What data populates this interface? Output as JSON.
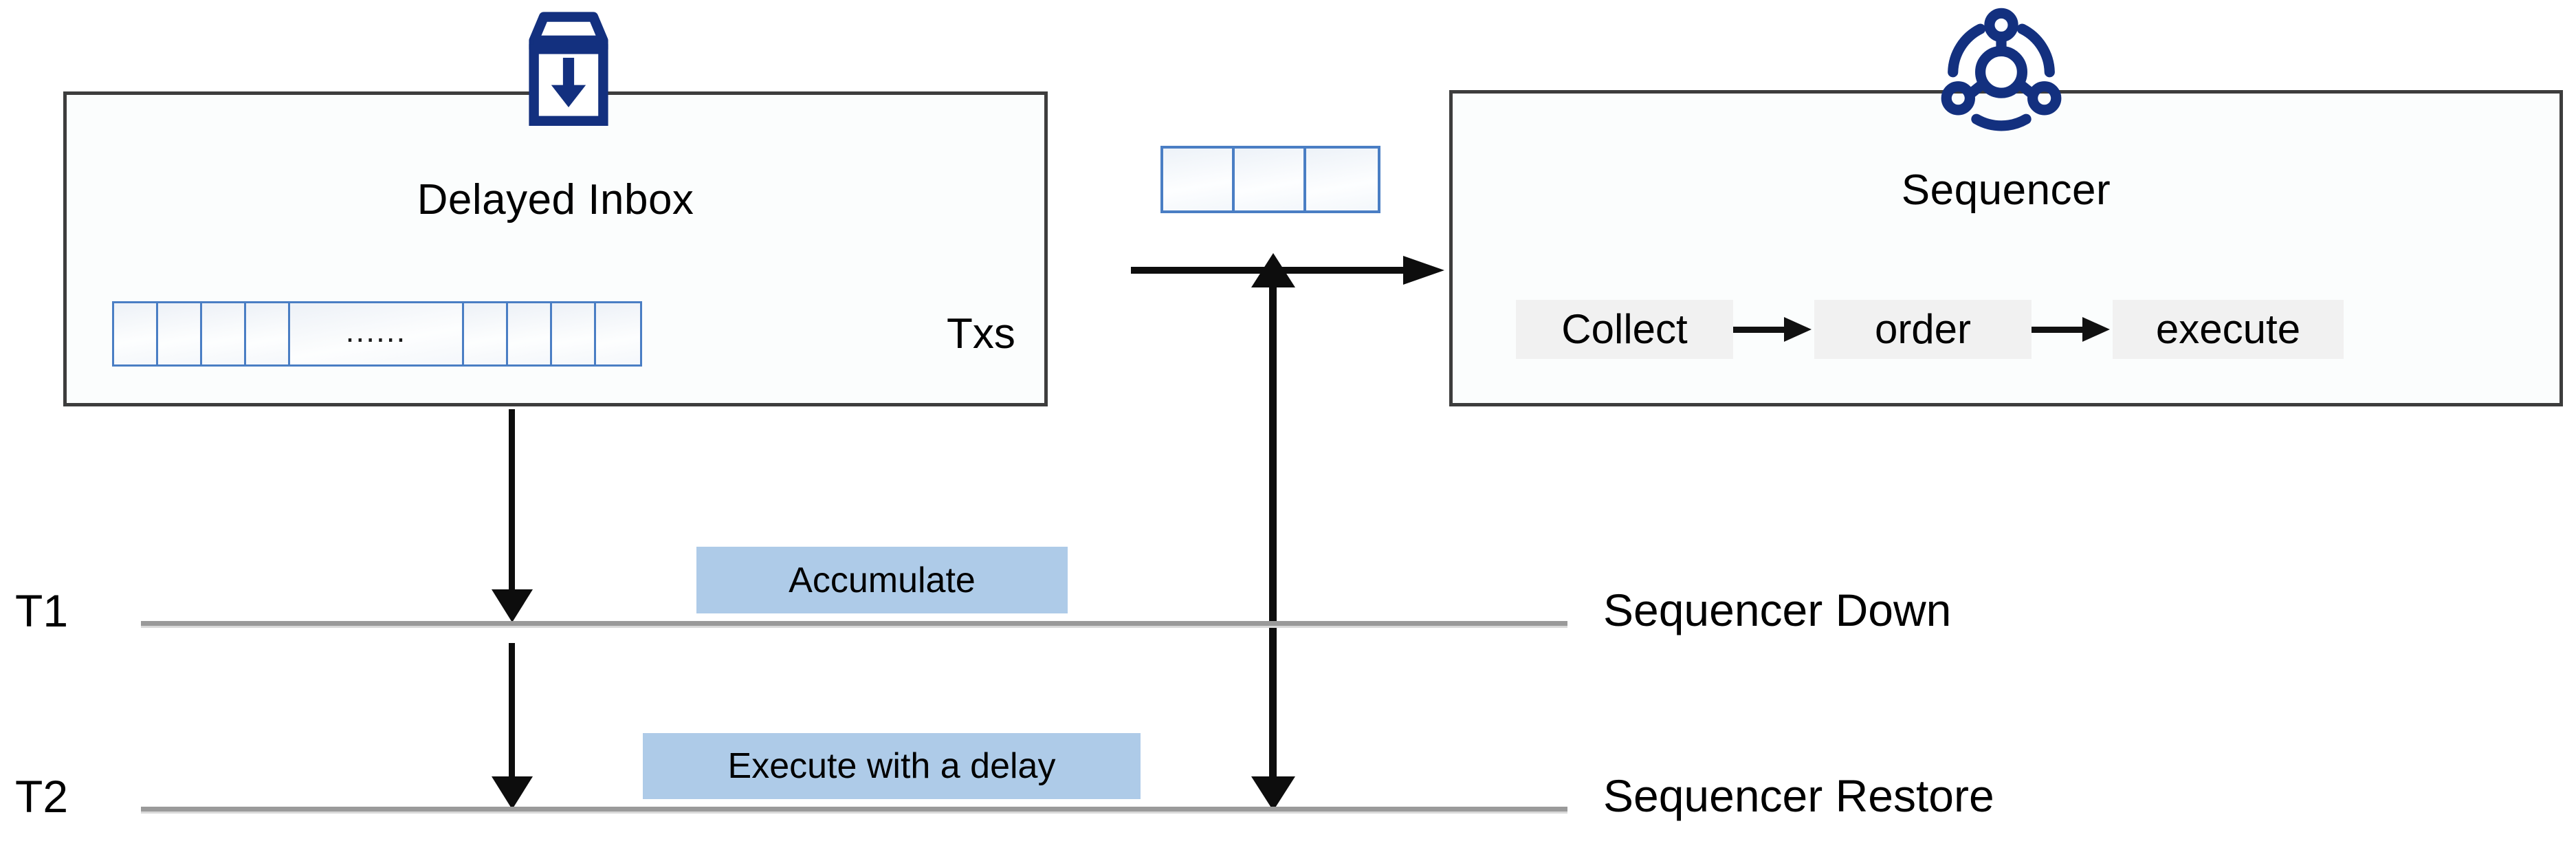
{
  "diagram": {
    "title": "Delayed Inbox and Sequencer recovery timeline",
    "colors": {
      "panel_border": "#3d3d3d",
      "panel_fill": "#fbfdfd",
      "cell_border": "#4a7ec4",
      "icon_blue": "#13307f",
      "phase_tag_fill": "#aecbe8",
      "pipeline_step_fill": "#f1f1f1",
      "timeline_gray": "#9a9a9a",
      "arrow_black": "#0d0d0d"
    }
  },
  "inbox_panel": {
    "title": "Delayed Inbox",
    "icon": "inbox-download-icon",
    "txs_label": "Txs",
    "txs_cells": [
      {
        "type": "narrow",
        "text": ""
      },
      {
        "type": "narrow",
        "text": ""
      },
      {
        "type": "narrow",
        "text": ""
      },
      {
        "type": "narrow",
        "text": ""
      },
      {
        "type": "wide",
        "text": "......"
      },
      {
        "type": "narrow",
        "text": ""
      },
      {
        "type": "narrow",
        "text": ""
      },
      {
        "type": "narrow",
        "text": ""
      },
      {
        "type": "narrow",
        "text": ""
      }
    ]
  },
  "sequencer_panel": {
    "title": "Sequencer",
    "icon": "network-nodes-icon",
    "pipeline": [
      {
        "label": "Collect"
      },
      {
        "label": "order"
      },
      {
        "label": "execute"
      }
    ],
    "pipeline_arrows": [
      "arrow-right-icon",
      "arrow-right-icon"
    ]
  },
  "batch": {
    "cells": [
      "",
      "",
      ""
    ],
    "feed_arrow": "arrow-right-icon",
    "restore_arrow": "double-headed-vertical-arrow-icon"
  },
  "timelines": [
    {
      "tick": "T1",
      "state": "Sequencer Down",
      "phase_tag": "Accumulate",
      "down_arrow": "arrow-down-icon"
    },
    {
      "tick": "T2",
      "state": "Sequencer Restore",
      "phase_tag": "Execute with a delay",
      "down_arrow": "arrow-down-icon"
    }
  ]
}
